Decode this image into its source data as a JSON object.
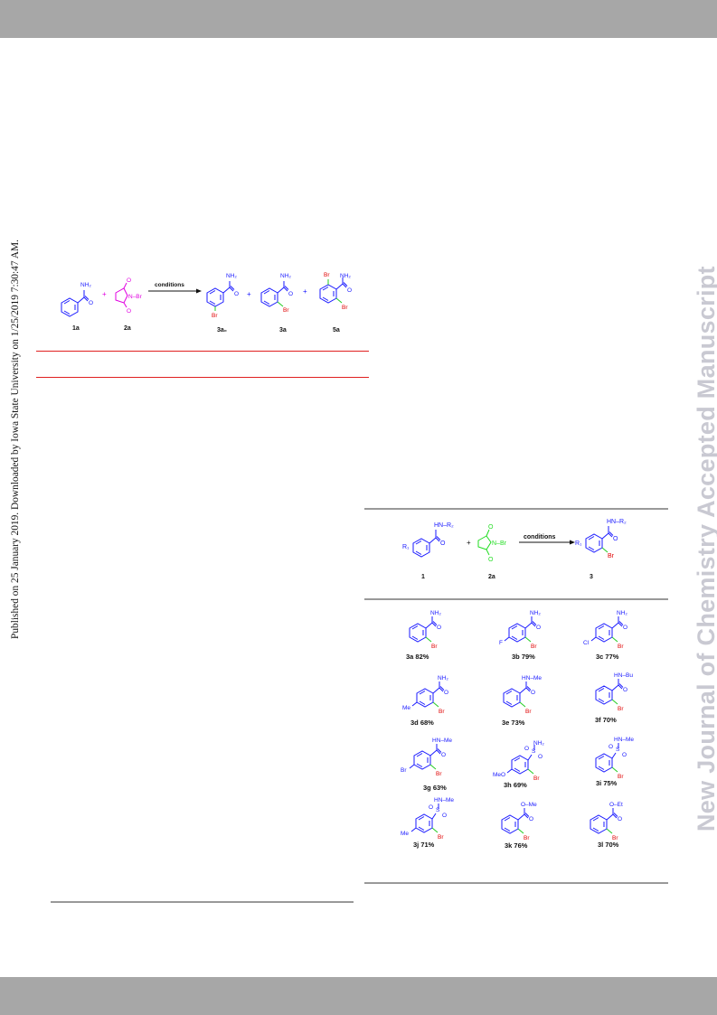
{
  "journal_watermark": "New Journal of Chemistry Accepted Manuscript",
  "publication_note": "Published on 25 January 2019. Downloaded by Iowa State University on 1/25/2019 7:30:47 AM.",
  "scheme1": {
    "reagent_labels": [
      "1a",
      "2a"
    ],
    "conditions": "conditions",
    "product_labels": [
      "3a₀",
      "3a",
      "5a"
    ],
    "plus": "+",
    "atoms": {
      "amide": "NH₂",
      "O": "O",
      "N": "N",
      "Br": "Br",
      "NBr": "N–Br"
    }
  },
  "scheme2": {
    "reagent_labels": [
      "1",
      "2a",
      "3"
    ],
    "conditions": "conditions",
    "amide_group": "HN–R₂",
    "r1": "R₁",
    "products": [
      {
        "label": "3a 82%"
      },
      {
        "label": "3b 79%"
      },
      {
        "label": "3c 77%"
      },
      {
        "label": "3d 68%"
      },
      {
        "label": "3e 73%"
      },
      {
        "label": "3f 70%"
      },
      {
        "label": "3g 63%"
      },
      {
        "label": "3h 69%"
      },
      {
        "label": "3i 75%"
      },
      {
        "label": "3j 71%"
      },
      {
        "label": "3k 76%"
      },
      {
        "label": "3l 70%"
      }
    ],
    "groups": {
      "nh2": "NH₂",
      "nhme": "HN–Me",
      "nhbu": "HN–Bu",
      "ome": "O–Me",
      "oet": "O–Et",
      "s": "S",
      "o": "O",
      "f": "F",
      "cl": "Cl",
      "me": "Me",
      "br": "Br",
      "meo": "MeO"
    }
  },
  "colors": {
    "structure": "#1a1aff",
    "nbs_scheme1": "#e000e0",
    "nbs_scheme2": "#22dd22",
    "bromine": "#e00000",
    "bond_to_br": "#22cc22",
    "rule_red": "#e02020",
    "rule_gray": "#999999",
    "band": "#a7a7a7",
    "watermark": "#c9c9d2"
  }
}
